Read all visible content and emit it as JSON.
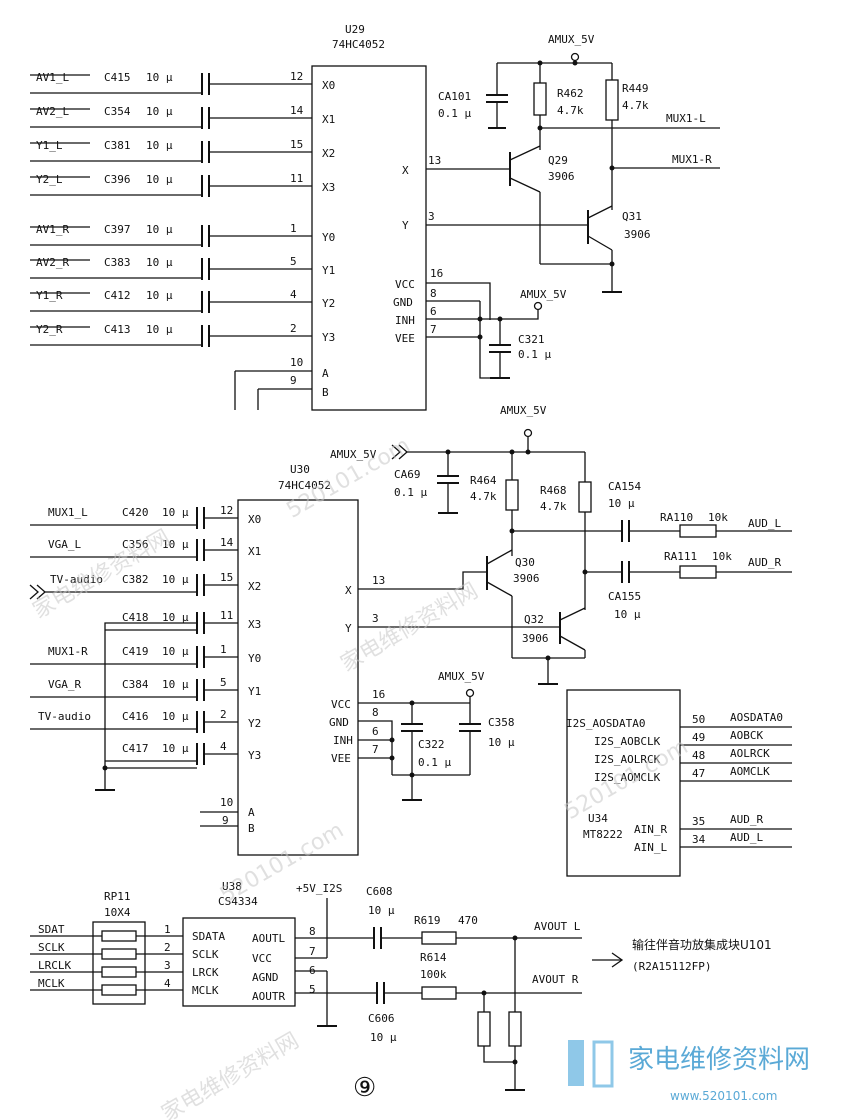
{
  "u29": {
    "ref": "U29",
    "part": "74HC4052",
    "inputs": [
      {
        "net": "AV1_L",
        "cap": "C415",
        "val": "10 µ",
        "pin": "12",
        "pinname": "X0"
      },
      {
        "net": "AV2_L",
        "cap": "C354",
        "val": "10 µ",
        "pin": "14",
        "pinname": "X1"
      },
      {
        "net": "Y1_L",
        "cap": "C381",
        "val": "10 µ",
        "pin": "15",
        "pinname": "X2"
      },
      {
        "net": "Y2_L",
        "cap": "C396",
        "val": "10 µ",
        "pin": "11",
        "pinname": "X3"
      },
      {
        "net": "AV1_R",
        "cap": "C397",
        "val": "10 µ",
        "pin": "1",
        "pinname": "Y0"
      },
      {
        "net": "AV2_R",
        "cap": "C383",
        "val": "10 µ",
        "pin": "5",
        "pinname": "Y1"
      },
      {
        "net": "Y1_R",
        "cap": "C412",
        "val": "10 µ",
        "pin": "4",
        "pinname": "Y2"
      },
      {
        "net": "Y2_R",
        "cap": "C413",
        "val": "10 µ",
        "pin": "2",
        "pinname": "Y3"
      }
    ],
    "ab": [
      {
        "pin": "10",
        "name": "A"
      },
      {
        "pin": "9",
        "name": "B"
      }
    ],
    "right": [
      {
        "pin": "13",
        "name": "X"
      },
      {
        "pin": "3",
        "name": "Y"
      }
    ],
    "pwr": [
      {
        "pin": "16",
        "name": "VCC"
      },
      {
        "pin": "8",
        "name": "GND"
      },
      {
        "pin": "6",
        "name": "INH"
      },
      {
        "pin": "7",
        "name": "VEE"
      }
    ]
  },
  "top_rail": {
    "net": "AMUX_5V",
    "ca101": "CA101",
    "ca101_val": "0.1 µ",
    "r462": "R462",
    "r462_val": "4.7k",
    "r449": "R449",
    "r449_val": "4.7k",
    "q29": "Q29",
    "q29_type": "3906",
    "q31": "Q31",
    "q31_type": "3906",
    "mux1l": "MUX1-L",
    "mux1r": "MUX1-R",
    "amux2": "AMUX_5V",
    "c321": "C321",
    "c321_val": "0.1 µ"
  },
  "u30": {
    "ref": "U30",
    "part": "74HC4052",
    "inputs": [
      {
        "net": "MUX1_L",
        "cap": "C420",
        "val": "10 µ",
        "pin": "12",
        "pinname": "X0"
      },
      {
        "net": "VGA_L",
        "cap": "C356",
        "val": "10 µ",
        "pin": "14",
        "pinname": "X1"
      },
      {
        "net": "TV-audio",
        "cap": "C382",
        "val": "10 µ",
        "pin": "15",
        "pinname": "X2"
      },
      {
        "net": "",
        "cap": "C418",
        "val": "10 µ",
        "pin": "11",
        "pinname": "X3"
      },
      {
        "net": "MUX1-R",
        "cap": "C419",
        "val": "10 µ",
        "pin": "1",
        "pinname": "Y0"
      },
      {
        "net": "VGA_R",
        "cap": "C384",
        "val": "10 µ",
        "pin": "5",
        "pinname": "Y1"
      },
      {
        "net": "TV-audio",
        "cap": "C416",
        "val": "10 µ",
        "pin": "2",
        "pinname": "Y2"
      },
      {
        "net": "",
        "cap": "C417",
        "val": "10 µ",
        "pin": "4",
        "pinname": "Y3"
      }
    ],
    "ab": [
      {
        "pin": "10",
        "name": "A"
      },
      {
        "pin": "9",
        "name": "B"
      }
    ],
    "right": [
      {
        "pin": "13",
        "name": "X"
      },
      {
        "pin": "3",
        "name": "Y"
      }
    ],
    "pwr": [
      {
        "pin": "16",
        "name": "VCC"
      },
      {
        "pin": "8",
        "name": "GND"
      },
      {
        "pin": "6",
        "name": "INH"
      },
      {
        "pin": "7",
        "name": "VEE"
      }
    ]
  },
  "mid": {
    "amux_in": "AMUX_5V",
    "amux_top": "AMUX_5V",
    "ca69": "CA69",
    "ca69_val": "0.1 µ",
    "r464": "R464",
    "r464_val": "4.7k",
    "r468": "R468",
    "r468_val": "4.7k",
    "ca154": "CA154",
    "ca154_val": "10 µ",
    "ra110": "RA110",
    "ra110_val": "10k",
    "aud_l": "AUD_L",
    "ra111": "RA111",
    "ra111_val": "10k",
    "aud_r": "AUD_R",
    "ca155": "CA155",
    "ca155_val": "10 µ",
    "q30": "Q30",
    "q30_type": "3906",
    "q32": "Q32",
    "q32_type": "3906",
    "amux3": "AMUX_5V",
    "c322": "C322",
    "c322_val": "0.1 µ",
    "c358": "C358",
    "c358_val": "10 µ"
  },
  "u34": {
    "ref": "U34",
    "part": "MT8222",
    "pins": [
      {
        "name": "I2S_AOSDATA0",
        "pin": "50",
        "net": "AOSDATA0"
      },
      {
        "name": "I2S_AOBCLK",
        "pin": "49",
        "net": "AOBCK"
      },
      {
        "name": "I2S_AOLRCK",
        "pin": "48",
        "net": "AOLRCK"
      },
      {
        "name": "I2S_AOMCLK",
        "pin": "47",
        "net": "AOMCLK"
      }
    ],
    "ain": [
      {
        "name": "AIN_R",
        "pin": "35",
        "net": "AUD_R"
      },
      {
        "name": "AIN_L",
        "pin": "34",
        "net": "AUD_L"
      }
    ]
  },
  "u38": {
    "ref": "U38",
    "part": "CS4334",
    "rp": "RP11",
    "rp_val": "10X4",
    "supply": "+5V_I2S",
    "left": [
      {
        "net": "SDAT",
        "pin": "1",
        "name": "SDATA"
      },
      {
        "net": "SCLK",
        "pin": "2",
        "name": "SCLK"
      },
      {
        "net": "LRCLK",
        "pin": "3",
        "name": "LRCK"
      },
      {
        "net": "MCLK",
        "pin": "4",
        "name": "MCLK"
      }
    ],
    "right": [
      {
        "pin": "8",
        "name": "AOUTL"
      },
      {
        "pin": "7",
        "name": "VCC"
      },
      {
        "pin": "6",
        "name": "AGND"
      },
      {
        "pin": "5",
        "name": "AOUTR"
      }
    ],
    "c608": "C608",
    "c608_val": "10 µ",
    "r619": "R619",
    "r619_val": "470",
    "avout_l": "AVOUT L",
    "r614": "R614",
    "r614_val": "100k",
    "avout_r": "AVOUT R",
    "c606": "C606",
    "c606_val": "10 µ",
    "note": "输往伴音功放集成块U101",
    "note2": "(R2A15112FP)"
  },
  "fig_no": "⑨",
  "watermark": {
    "cn": "家电维修资料网",
    "url": "520101.com",
    "logo_cn": "家电维修资料网",
    "logo_url": "www.520101.com"
  }
}
